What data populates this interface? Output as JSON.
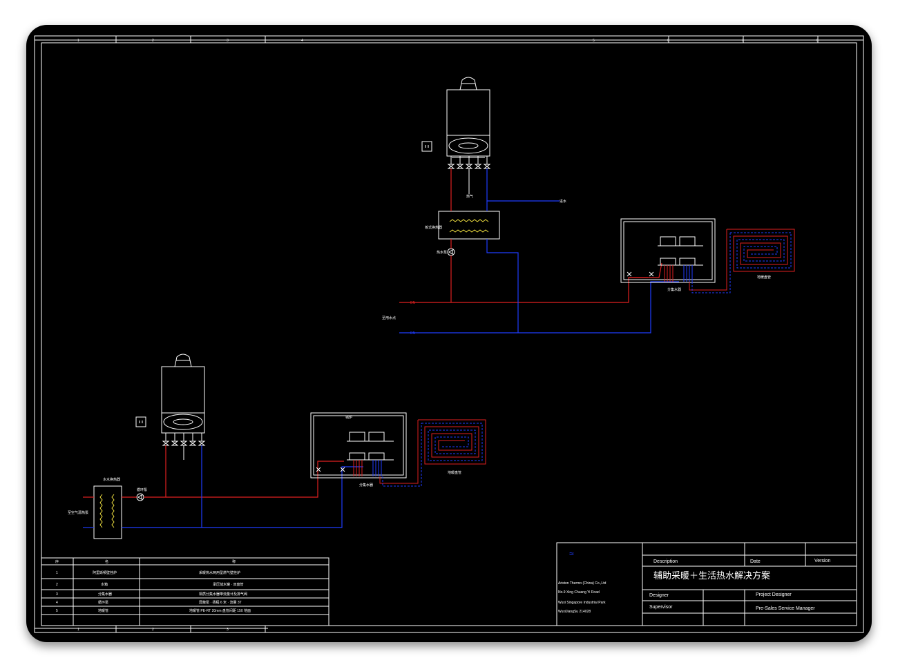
{
  "colors": {
    "background": "#000000",
    "frame": "#ffffff",
    "hot": "#e02020",
    "cold": "#1f3cff",
    "coil": "#f0e040",
    "cad_text": "#ffffff"
  },
  "border": {
    "top_zones": [
      "1",
      "2",
      "3",
      "4",
      "5",
      "6",
      "7",
      "8"
    ],
    "bottom_zones": [
      "1",
      "2",
      "3"
    ]
  },
  "diagram_top": {
    "boiler_label": "",
    "hx_label": "板式换热器",
    "pump_label": "热水泵",
    "tap_label": "进水",
    "supply_label": "至用水点",
    "manifold_label": "分集水器",
    "floor_label": "地暖盘管"
  },
  "diagram_bottom": {
    "hx_label": "水水换热器",
    "pump_label": "循环泵",
    "source_label": "至空气源热泵",
    "manifold_title": "锅炉",
    "manifold_label": "分集水器",
    "floor_label": "地暖盘管"
  },
  "table": {
    "header": [
      "序",
      "名",
      "称"
    ],
    "rows": [
      [
        "1",
        "阿里斯顿壁挂炉",
        "采暖热水两用型燃气壁挂炉"
      ],
      [
        "2",
        "水箱",
        "承压储水罐 · 双盘管"
      ],
      [
        "3",
        "分集水器",
        "铜质分集水器带流量计及排气阀"
      ],
      [
        "4",
        "循环泵",
        "屏蔽泵 · 扬程 6 米 · 流量 3T"
      ],
      [
        "5",
        "地暖管",
        "地暖管 PE-RT 20mm 盘管间距 150 地面"
      ]
    ]
  },
  "title_block": {
    "logo": "≈",
    "company": [
      "Ariston Thermo (China) Co.,Ltd",
      "No.9 Xing Chuang Yi Road",
      "Wuxi Singapore Industrial Park",
      "WuxiJiangSu 214028"
    ],
    "description_label": "Description",
    "date_label": "Date",
    "version_label": "Version",
    "drawing_title": "辅助采暖＋生活热水解决方案",
    "designer_label": "Designer",
    "project_designer_label": "Project Designer",
    "supervisor_label": "Supervisor",
    "manager_label": "Pre-Sales Service Manager"
  }
}
